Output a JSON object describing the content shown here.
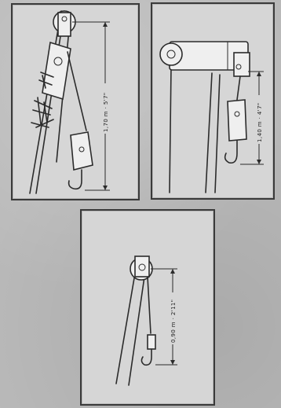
{
  "figures": [
    {
      "id": "left",
      "measurement": "1,70 m · 5'7\""
    },
    {
      "id": "right",
      "measurement": "1,40 m · 4'7\""
    },
    {
      "id": "bottom",
      "measurement": "0,90 m · 2'11\""
    }
  ]
}
